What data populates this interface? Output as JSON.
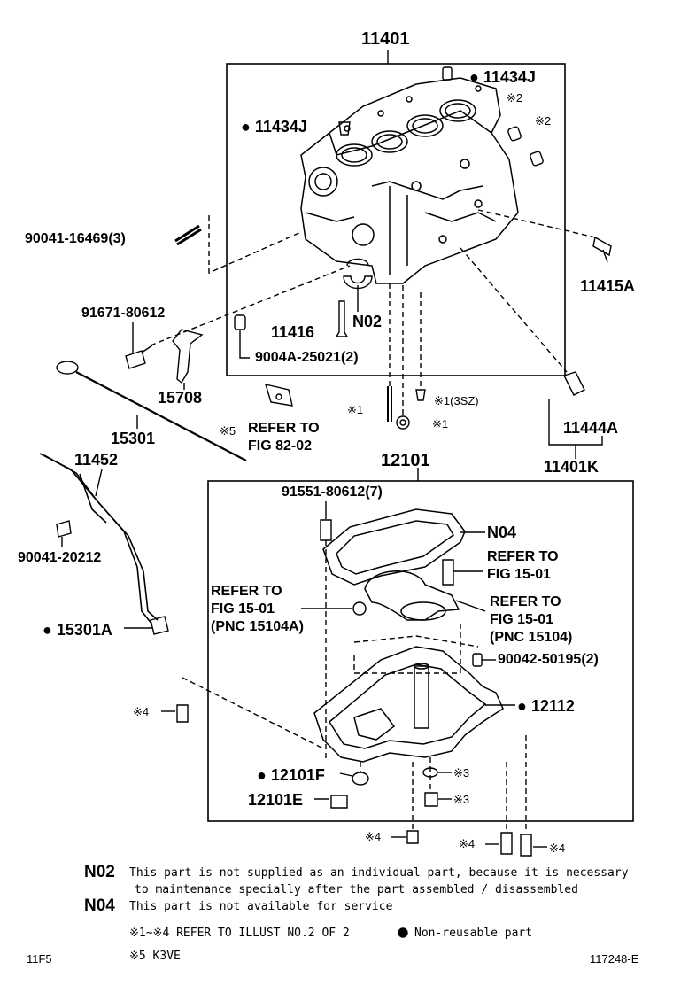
{
  "labels": {
    "main_block": "11401",
    "plug_top": "11434J",
    "plug_left": "11434J",
    "mark2_a": "※2",
    "mark2_b": "※2",
    "stud": "90041-16469(3)",
    "sensor": "11415A",
    "bolt_91671": "91671-80612",
    "bracket": "15708",
    "n02": "N02",
    "bolt_11416": "11416",
    "pin_9004a": "9004A-25021(2)",
    "dipstick": "15301",
    "mark5": "※5",
    "refer_82_line1": "REFER TO",
    "refer_82_line2": "FIG 82-02",
    "mark1_left": "※1",
    "mark1_3sz": "※1(3SZ)",
    "mark1_b": "※1",
    "valve": "11444A",
    "kit": "11401K",
    "guide": "11452",
    "bolt_90041_20212": "90041-20212",
    "oring": "15301A",
    "pan_group": "12101",
    "bolt_91551": "91551-80612(7)",
    "n04": "N04",
    "refer_a_line1": "REFER TO",
    "refer_a_line2": "FIG 15-01",
    "refer_b_line1": "REFER TO",
    "refer_b_line2": "FIG 15-01",
    "refer_b_line3": "(PNC 15104A)",
    "refer_c_line1": "REFER TO",
    "refer_c_line2": "FIG 15-01",
    "refer_c_line3": "(PNC 15104)",
    "pin_90042": "90042-50195(2)",
    "mark4_left": "※4",
    "gasket": "12112",
    "drain_gasket": "12101F",
    "mark3_a": "※3",
    "drain_plug": "12101E",
    "mark3_b": "※3",
    "mark4_bottom": "※4",
    "mark4_c": "※4",
    "mark4_d": "※4"
  },
  "notes": {
    "n02_code": "N02",
    "n02_line1": "This part is not supplied as an individual part, because it is necessary",
    "n02_line2": "to maintenance specially after the part assembled / disassembled",
    "n04_code": "N04",
    "n04_line1": "This part is not available for service",
    "refer_illust": "※1~※4 REFER TO ILLUST NO.2 OF 2",
    "non_reusable": "Non-reusable part",
    "k3ve": "※5 K3VE"
  },
  "footer": {
    "left_code": "11F5",
    "right_code": "117248-E"
  }
}
